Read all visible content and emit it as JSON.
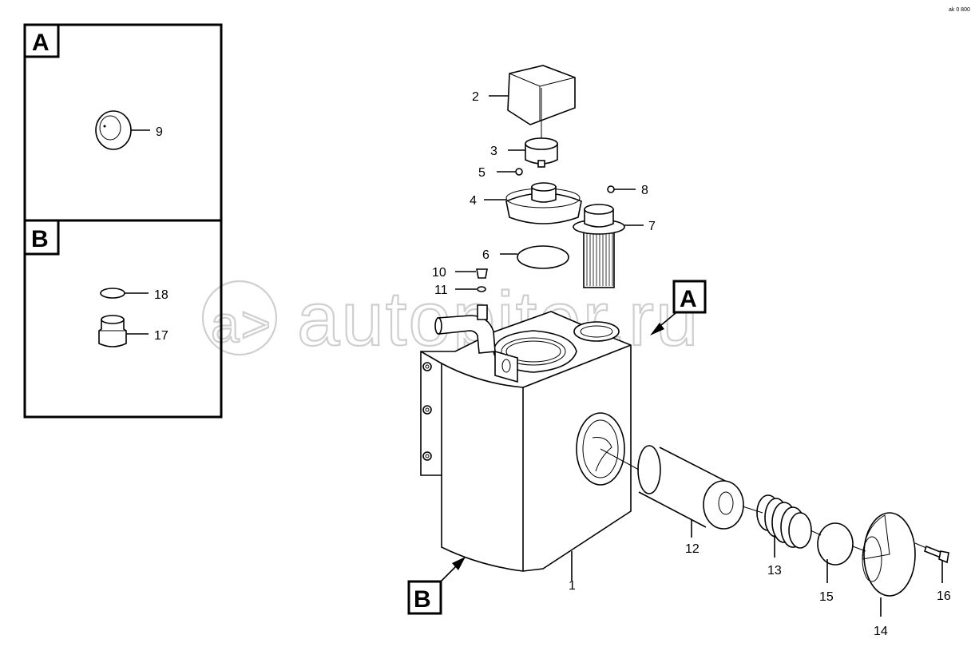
{
  "watermark": "autopiter.ru",
  "corner_code": "ak 0 800",
  "detail_boxes": [
    {
      "letter": "A",
      "parts": [
        "9"
      ]
    },
    {
      "letter": "B",
      "parts": [
        "18",
        "17"
      ]
    }
  ],
  "view_markers": [
    "A",
    "B"
  ],
  "part_labels": {
    "p1": "1",
    "p2": "2",
    "p3": "3",
    "p4": "4",
    "p5": "5",
    "p6": "6",
    "p7": "7",
    "p8": "8",
    "p9": "9",
    "p10": "10",
    "p11": "11",
    "p12": "12",
    "p13": "13",
    "p14": "14",
    "p15": "15",
    "p16": "16",
    "p17": "17",
    "p18": "18"
  }
}
